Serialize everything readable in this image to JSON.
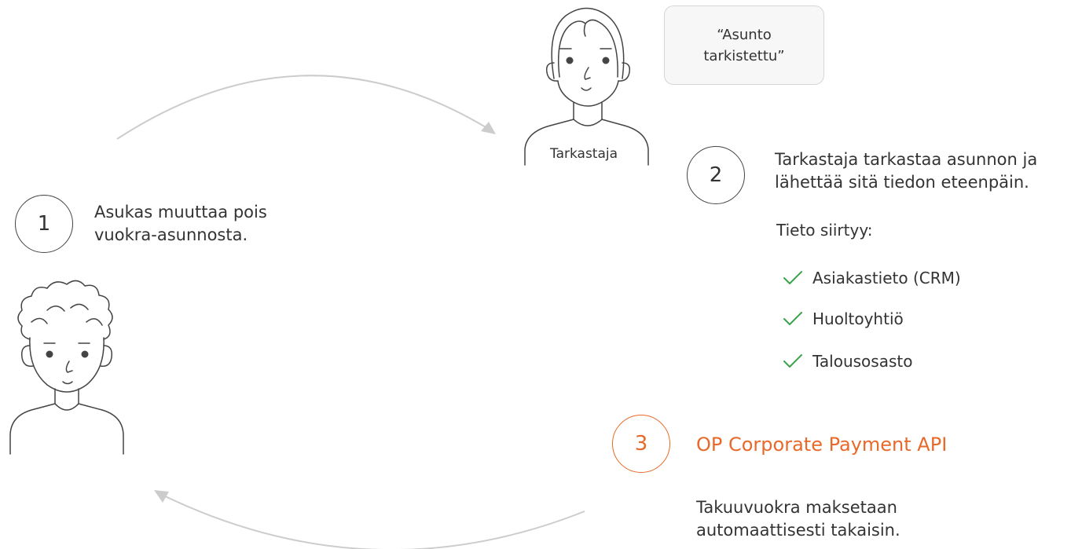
{
  "step1": {
    "number": "1",
    "line1": "Asukas muuttaa pois",
    "line2": "vuokra-asunnosta."
  },
  "inspector": {
    "label": "Tarkastaja",
    "speech_line1": "“Asunto",
    "speech_line2": "tarkistettu”"
  },
  "step2": {
    "number": "2",
    "line1": "Tarkastaja tarkastaa asunnon ja",
    "line2": "lähettää sitä tiedon eteenpäin.",
    "transfer_heading": "Tieto siirtyy:",
    "items": [
      {
        "label": "Asiakastieto (CRM)",
        "icon": "check-icon"
      },
      {
        "label": "Huoltoyhtiö",
        "icon": "check-icon"
      },
      {
        "label": "Talousosasto",
        "icon": "check-icon"
      }
    ]
  },
  "step3": {
    "number": "3",
    "title": "OP Corporate Payment API",
    "line1": "Takuuvuokra maksetaan",
    "line2": "automaattisesti takaisin."
  },
  "colors": {
    "accent": "#e8692a",
    "check": "#3aa34a",
    "line": "#444444",
    "arrow": "#cccccc",
    "bubble_bg": "#f7f7f7"
  }
}
